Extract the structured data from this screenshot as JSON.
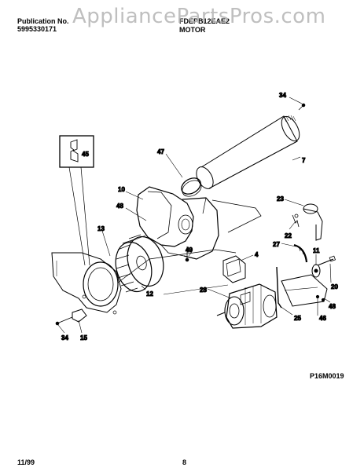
{
  "header": {
    "publication_label": "Publication No.",
    "publication_number": "5995330171",
    "model": "FDEPB12EAE2",
    "section": "MOTOR"
  },
  "watermark": "AppliancePartsPros.com",
  "callouts": [
    "34",
    "47",
    "7",
    "45",
    "10",
    "48",
    "23",
    "22",
    "13",
    "27",
    "11",
    "4",
    "49",
    "12",
    "28",
    "20",
    "48",
    "25",
    "46",
    "34",
    "15"
  ],
  "figure_id": "P16M0019",
  "footer": {
    "date": "11/99",
    "page": "8"
  }
}
